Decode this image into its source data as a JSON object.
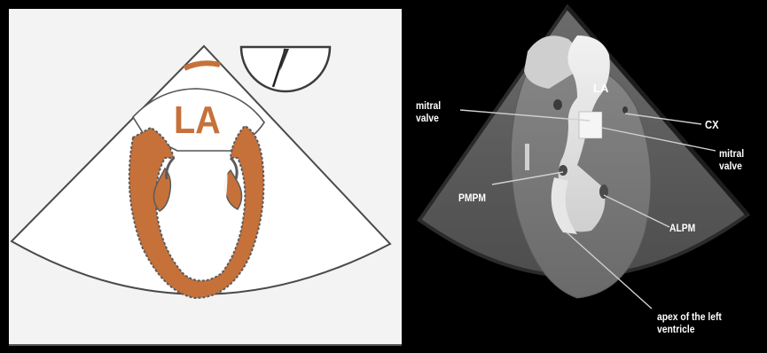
{
  "left_diagram": {
    "chamber_label": "LA"
  },
  "right_image": {
    "chamber_label": "LA",
    "labels": {
      "mitral_valve_left": "mitral\nvalve",
      "cx": "CX",
      "mitral_valve_right": "mitral\nvalve",
      "pmpm": "PMPM",
      "alpm": "ALPM",
      "apex": "apex of the left\nventricle"
    }
  },
  "colors": {
    "myocardium_orange": "#c6713a",
    "outline_dark": "#3c3c3c",
    "left_background": "#f3f3f3"
  }
}
